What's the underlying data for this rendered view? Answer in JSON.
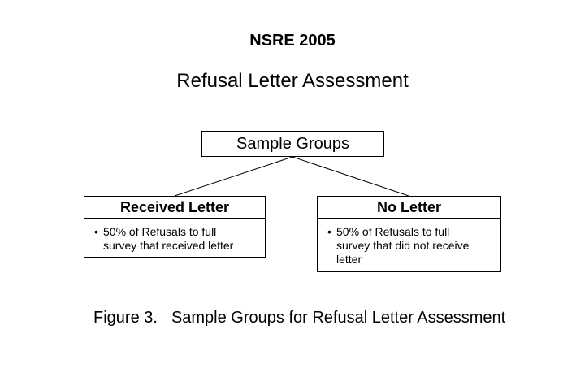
{
  "titles": {
    "line1": "NSRE 2005",
    "line2": "Refusal Letter Assessment"
  },
  "diagram": {
    "root": {
      "label": "Sample Groups"
    },
    "children": [
      {
        "header": "Received Letter",
        "bullet": "•",
        "lines": [
          "50% of Refusals to full",
          "survey that received letter"
        ]
      },
      {
        "header": "No Letter",
        "bullet": "•",
        "lines": [
          "50% of Refusals to full",
          "survey that did not receive",
          "letter"
        ]
      }
    ]
  },
  "caption": {
    "label": "Figure 3.",
    "text": "Sample Groups for Refusal Letter Assessment"
  },
  "colors": {
    "background": "#ffffff",
    "text": "#000000",
    "line": "#000000"
  }
}
